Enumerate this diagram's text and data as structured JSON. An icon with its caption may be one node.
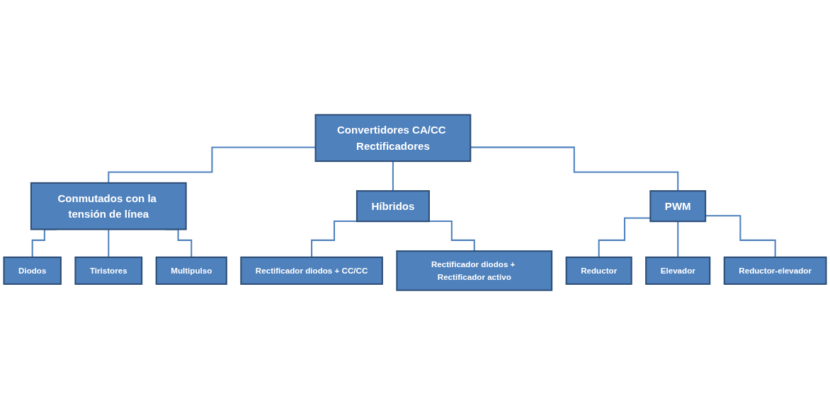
{
  "diagram": {
    "nodes": [
      {
        "text": [
          "Convertidores CA/CC Rectificadores"
        ]
      },
      {
        "text": [
          "Conmutados con la tensión de línea"
        ]
      },
      {
        "text": [
          "PWM"
        ]
      },
      {
        "text": [
          "Diodos"
        ]
      },
      {
        "text": [
          "Tiristores"
        ]
      },
      {
        "text": [
          "Multipulso"
        ]
      },
      {
        "text": [
          "Reductor"
        ]
      },
      {
        "text": [
          "Elevador"
        ]
      },
      {
        "text": [
          "Reductor-elevador"
        ]
      },
      {
        "text": [
          "Híbridos"
        ]
      },
      {
        "text": [
          "Rectificador diodos + CC/CC"
        ]
      },
      {
        "text": [
          "Rectificador diodos + Rectificador activo"
        ]
      }
    ],
    "edges": [
      {
        "from": 0,
        "to": 1,
        "arrow": "none"
      },
      {
        "from": 0,
        "to": 9,
        "arrow": "none"
      },
      {
        "from": 0,
        "to": 2,
        "arrow": "none"
      },
      {
        "from": 1,
        "to": 3,
        "arrow": "none"
      },
      {
        "from": 1,
        "to": 4,
        "arrow": "none"
      },
      {
        "from": 1,
        "to": 5,
        "arrow": "none"
      },
      {
        "from": 2,
        "to": 6,
        "arrow": "none"
      },
      {
        "from": 2,
        "to": 7,
        "arrow": "none"
      },
      {
        "from": 2,
        "to": 8,
        "arrow": "none"
      },
      {
        "from": 9,
        "to": 10,
        "arrow": "none"
      },
      {
        "from": 9,
        "to": 11,
        "arrow": "none"
      }
    ]
  }
}
